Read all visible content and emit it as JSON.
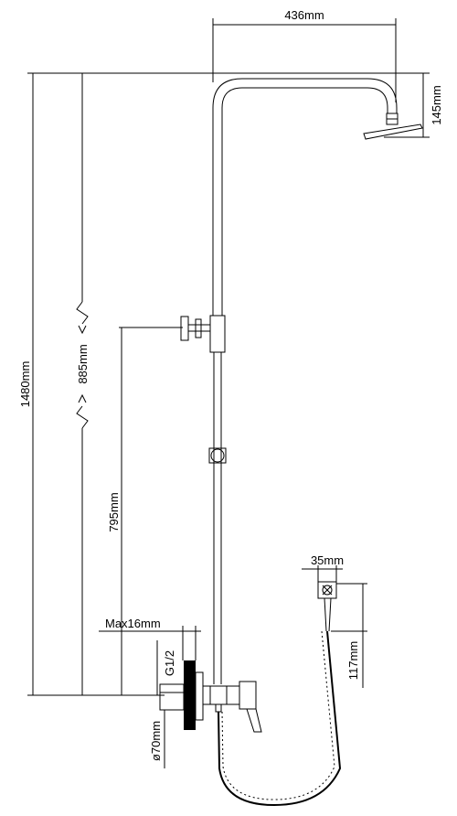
{
  "dimensions": {
    "arm_width": "436mm",
    "head_drop": "145mm",
    "total_height": "1480mm",
    "adjustable_range": "885mm",
    "holder_height": "795mm",
    "max_wall_thickness": "Max16mm",
    "thread": "G1/2",
    "escutcheon_diameter": "ø70mm",
    "handshower_width": "35mm",
    "handshower_length": "117mm"
  },
  "colors": {
    "line": "#000000",
    "background": "#ffffff"
  }
}
